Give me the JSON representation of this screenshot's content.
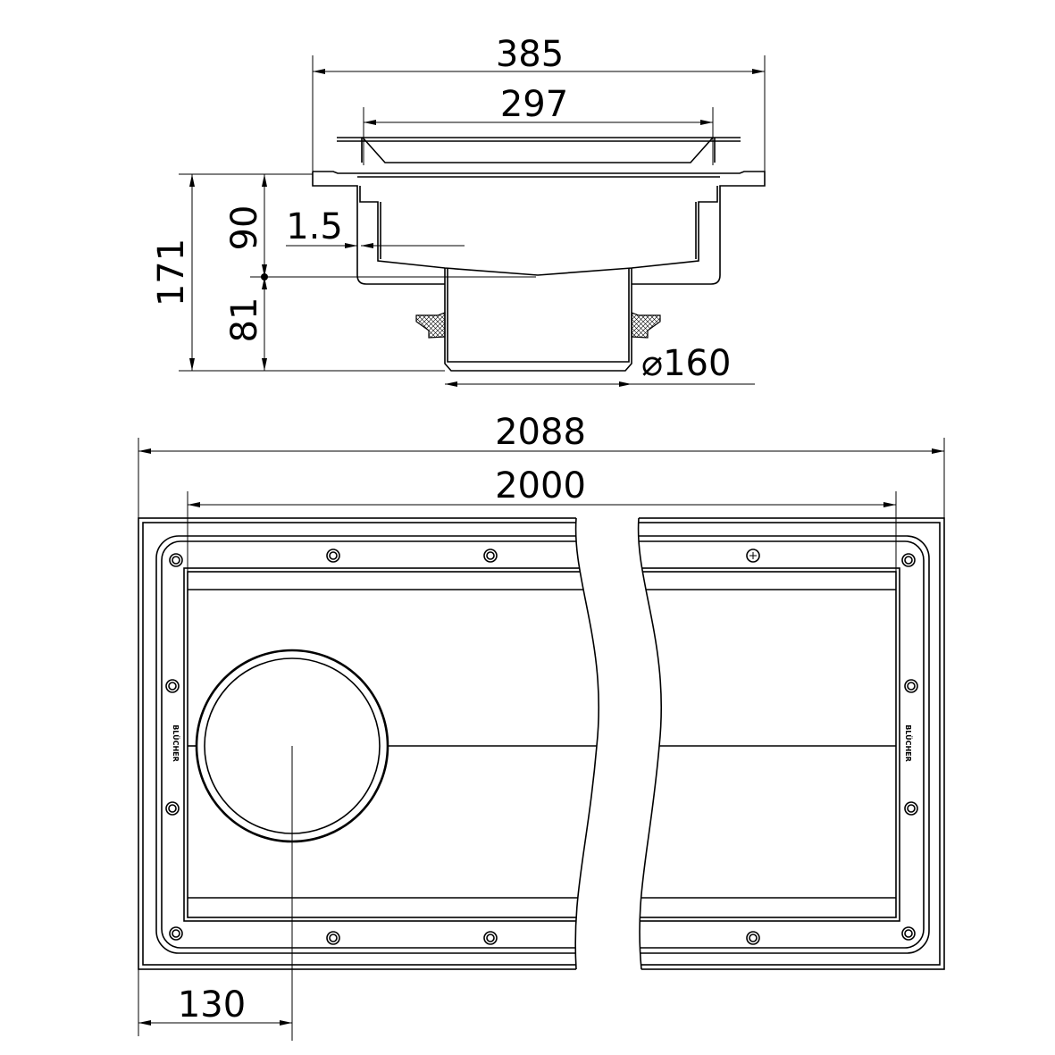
{
  "title": "Drain channel technical drawing",
  "section_view": {
    "dimensions": {
      "overall_width": "385",
      "grate_width": "297",
      "total_height": "171",
      "upper_height": "90",
      "lower_height": "81",
      "wall_thickness": "1.5",
      "outlet_diameter": "⌀160"
    }
  },
  "plan_view": {
    "dimensions": {
      "overall_length": "2088",
      "channel_length": "2000",
      "outlet_offset": "130"
    },
    "brand_marks": [
      "BLÜCHER",
      "BLÜCHER"
    ]
  }
}
